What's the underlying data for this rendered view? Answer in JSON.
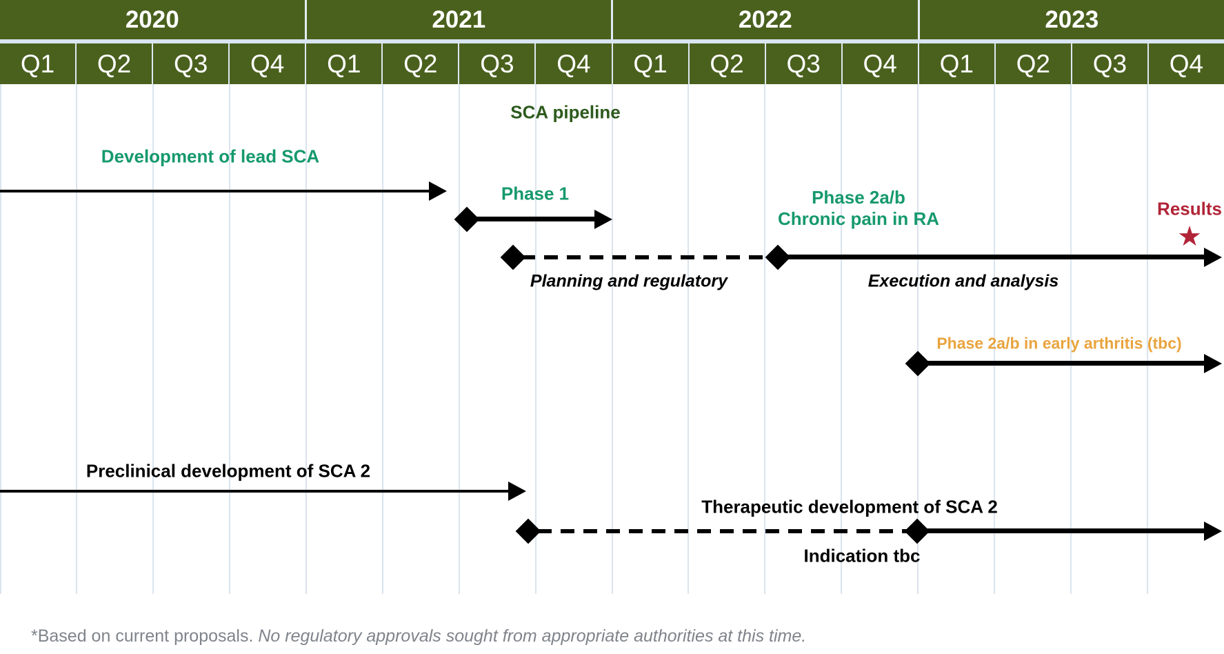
{
  "header": {
    "years": [
      "2020",
      "2021",
      "2022",
      "2023"
    ],
    "quarters": [
      "Q1",
      "Q2",
      "Q3",
      "Q4"
    ]
  },
  "title": "SCA pipeline",
  "rows": {
    "development": {
      "label": "Development of lead SCA"
    },
    "phase1": {
      "label": "Phase 1"
    },
    "phase2": {
      "label_line1": "Phase 2a/b",
      "label_line2": "Chronic pain in RA",
      "planning": "Planning and regulatory",
      "execution": "Execution and analysis",
      "results": "Results"
    },
    "early_arthritis": {
      "label": "Phase 2a/b in early arthritis (tbc)"
    },
    "preclinical": {
      "label": "Preclinical development of SCA 2"
    },
    "therapeutic": {
      "label": "Therapeutic development of SCA 2",
      "indication": "Indication tbc"
    }
  },
  "icons": {
    "star": "★",
    "milestone": "diamond",
    "arrow": "solid-arrowhead"
  },
  "footnote": {
    "regular": "*Based on current proposals. ",
    "italic": "No regulatory approvals sought from appropriate authorities at this time."
  },
  "timeline": {
    "development_of_lead_sca": {
      "start": "2020 Q1",
      "end": "2021 Q2",
      "style": "solid-arrow"
    },
    "phase1": {
      "start": "2021 Q3",
      "end": "2021 Q4",
      "style": "milestone-then-solid-arrow"
    },
    "planning_and_regulatory": {
      "start": "2021 Q3",
      "end": "2022 Q3",
      "style": "milestone-then-dashed"
    },
    "execution_and_analysis": {
      "start": "2022 Q3",
      "end": "2023 Q4",
      "style": "milestone-then-solid-arrow",
      "marker": "results-star-2023-Q4"
    },
    "phase2ab_early_arthritis": {
      "start": "2023 Q1",
      "end": "2023 Q4+",
      "style": "milestone-then-solid-arrow"
    },
    "preclinical_sca2": {
      "start": "2020 Q1",
      "end": "2021 Q3",
      "style": "solid-arrow"
    },
    "therapeutic_sca2": {
      "dashed_start": "2021 Q3",
      "milestone": "2023 Q1",
      "end": "2023 Q4+",
      "style": "milestone-dashed-milestone-solid-arrow"
    }
  },
  "colors": {
    "header_green": "#4a611e",
    "teal_green": "#16996d",
    "dark_green": "#2d5a1d",
    "crimson": "#b12437",
    "orange": "#e9a43e",
    "footnote_gray": "#7f848b",
    "gridline": "#d9e4ee",
    "black": "#000000"
  }
}
